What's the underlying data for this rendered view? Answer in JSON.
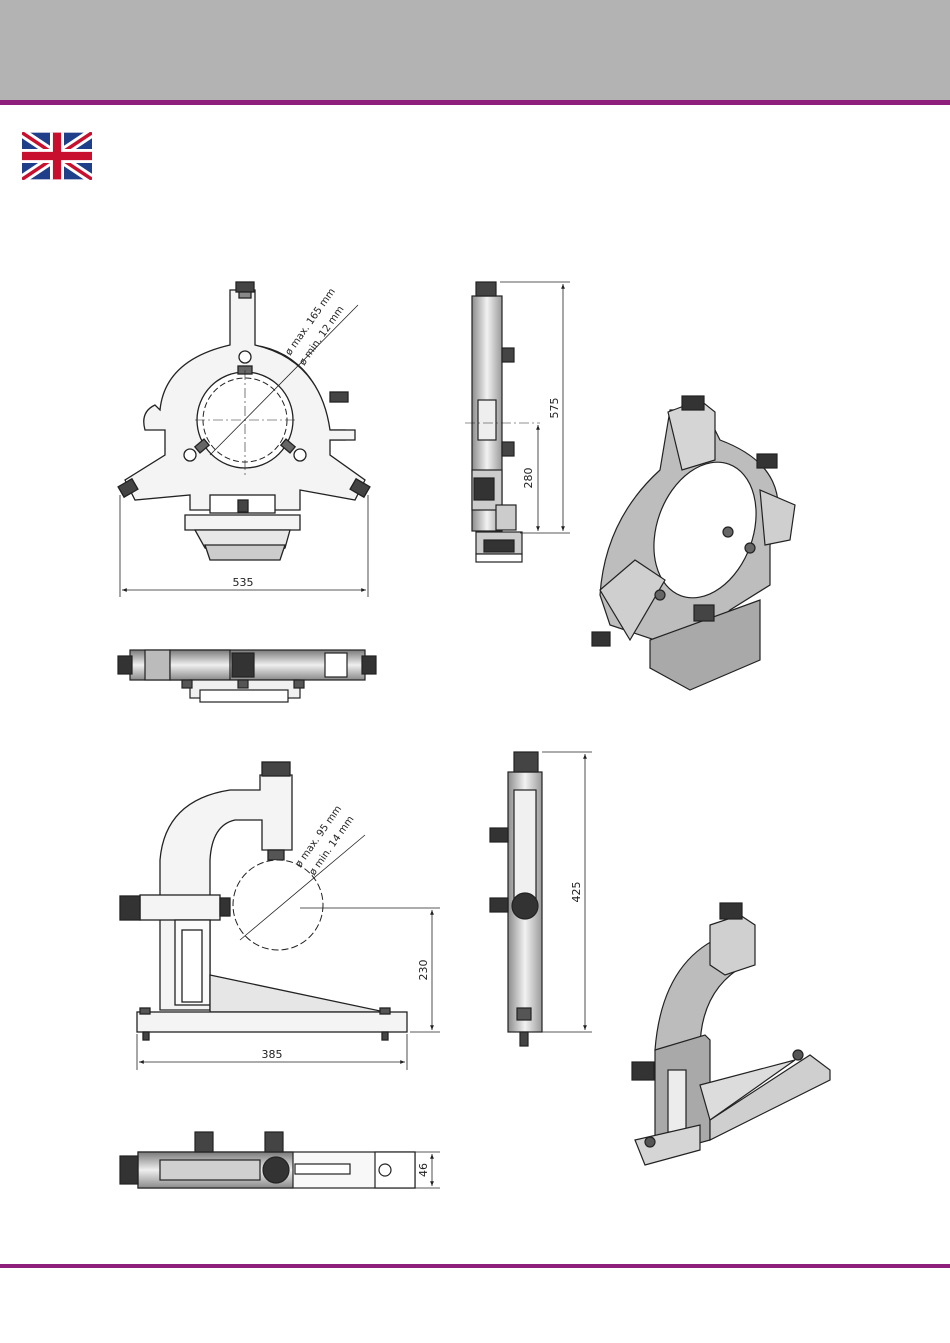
{
  "page": {
    "accent_color": "#8e1f7a",
    "header_color": "#b3b3b3"
  },
  "flag": {
    "icon": "uk-flag-icon"
  },
  "steady_rest": {
    "front_view": {
      "dim_width": "535",
      "dia_max": "ø max. 165 mm",
      "dia_min": "ø min. 12 mm"
    },
    "side_view": {
      "dim_total_height": "575",
      "dim_center_height": "280"
    }
  },
  "follow_rest": {
    "front_view": {
      "dim_width": "385",
      "dim_center_height": "230",
      "dia_max": "ø max. 95 mm",
      "dia_min": "ø min. 14 mm"
    },
    "side_view": {
      "dim_total_height": "425"
    },
    "top_view": {
      "dim_thickness": "46"
    }
  }
}
